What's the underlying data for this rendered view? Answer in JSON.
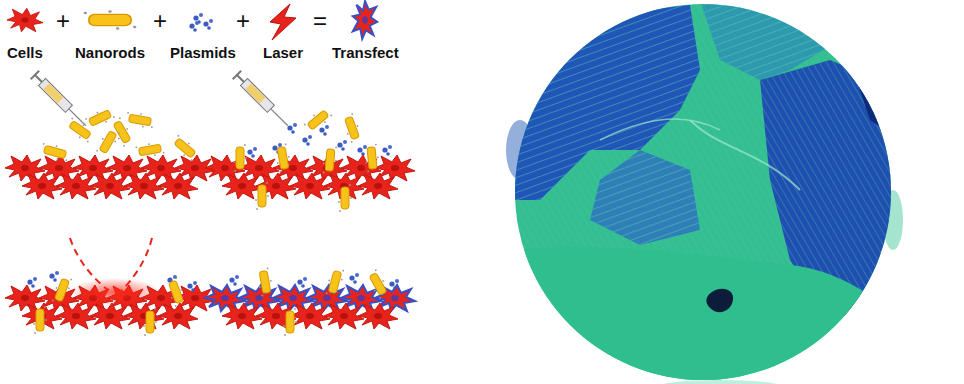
{
  "diagram": {
    "labels": [
      "Cells",
      "+",
      "Nanorods",
      "+",
      "Plasmids",
      "+",
      "Laser",
      "=",
      "Transfect"
    ]
  }
}
